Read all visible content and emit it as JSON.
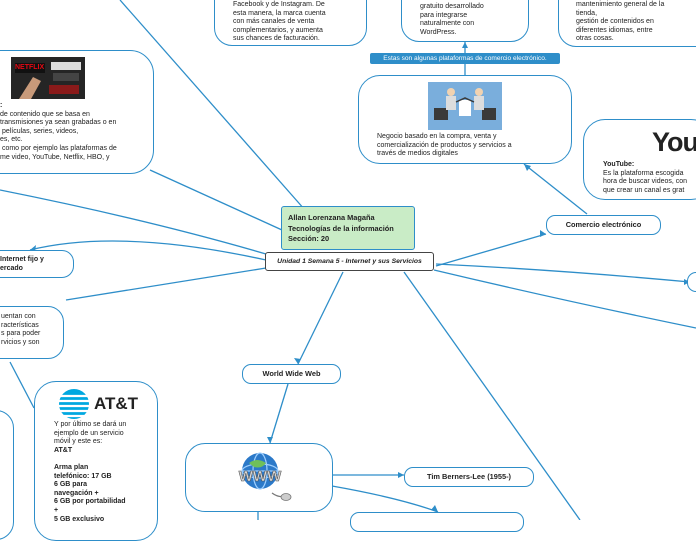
{
  "center": {
    "title": "Unidad 1 Semana 5 - Internet y sus Servicios",
    "author_card": [
      "Allan Lorenzana Magaña",
      "Tecnologías de la información",
      "Sección: 20"
    ]
  },
  "nodes": {
    "facebook_text": [
      "Facebook y de Instagram. De",
      "esta manera, la marca cuenta",
      "con más canales de venta",
      "complementarios, y aumenta",
      "sus chances de facturación."
    ],
    "wordpress_text": [
      "gratuito desarrollado",
      "para integrarse",
      "naturalmente con",
      "WordPress."
    ],
    "top_right_text": [
      "mantenimiento general de la",
      "tienda,",
      "gestión de contenidos en",
      "diferentes idiomas, entre",
      "otras cosas."
    ],
    "ecommerce_label": "Estas son algunas plataformas de comercio electrónico.",
    "ecommerce_text": [
      "Negocio basado en la compra, venta y",
      "comercialización de productos y servicios a",
      "través de medios digitales"
    ],
    "ecommerce_pill": "Comercio electrónico",
    "youtube_title": "YouTube:",
    "youtube_text": [
      "Es la plataforma escogida",
      "hora de buscar videos, con",
      "que crear un canal es grat"
    ],
    "streaming_heading": ":",
    "streaming_text": [
      "de contenido que se basa en",
      "transmisiones ya sean grabadas o en",
      " películas, series, videos,",
      "es, etc.",
      " como por ejemplo las plataformas de",
      "me video, YouTube, Netflix, HBO, y"
    ],
    "internet_fijo": [
      "Internet fijo y",
      "ercado"
    ],
    "features_text": [
      "uentan con",
      "racterísticas",
      "s para poder",
      "rvicios y son"
    ],
    "att_brand": "AT&T",
    "att_text": [
      "Y por último se dará un",
      "ejemplo de un servicio",
      "móvil y este es:"
    ],
    "att_bold": [
      "AT&T",
      "",
      "Arma plan",
      "telefónico: 17 GB",
      "6 GB para",
      "navegación +",
      "6 GB por portabilidad",
      "+",
      "5 GB exclusivo"
    ],
    "www_pill": "World Wide Web",
    "tim_pill": "Tim Berners-Lee (1955-)",
    "netflix_brand": "NETFLIX",
    "youtube_brand": "YouT"
  }
}
